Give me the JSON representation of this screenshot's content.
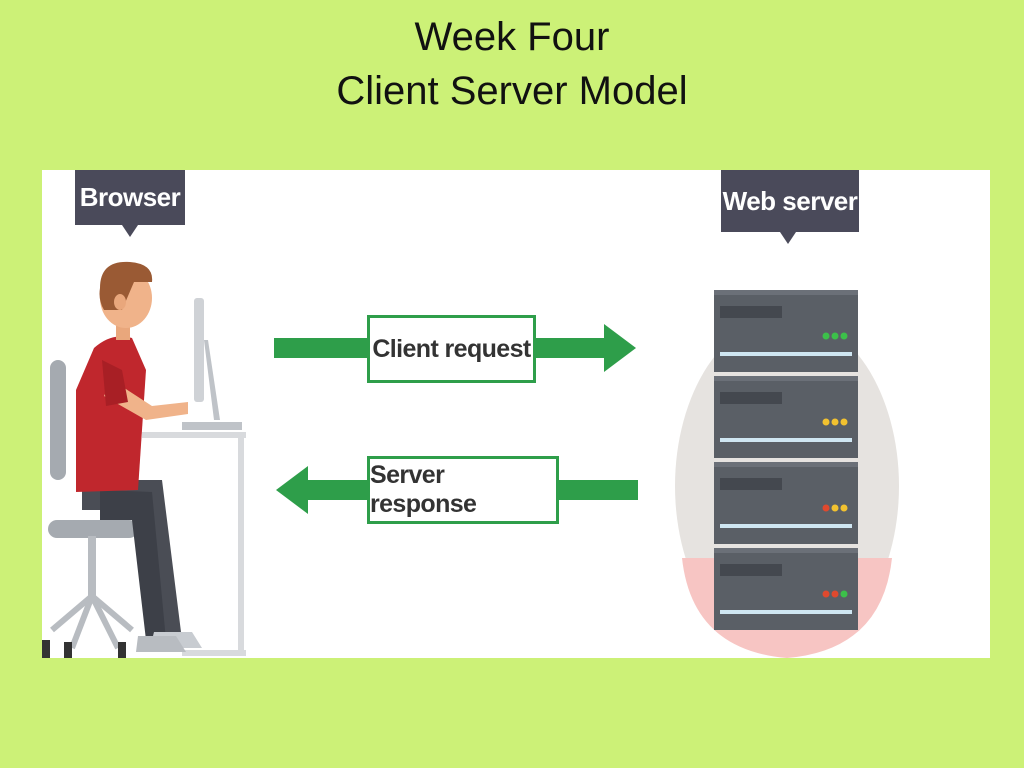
{
  "slide": {
    "title_line1": "Week Four",
    "title_line2": "Client Server Model"
  },
  "diagram": {
    "client_label": "Browser",
    "server_label": "Web server",
    "request_label": "Client request",
    "response_label": "Server response",
    "colors": {
      "background": "#ccf177",
      "callout": "#4a4a5a",
      "arrow": "#2e9e4a",
      "shirt": "#c0272d",
      "server_rack": "#5a5f66"
    },
    "server_units": [
      {
        "leds": [
          "#3cc04a",
          "#3cc04a",
          "#3cc04a"
        ]
      },
      {
        "leds": [
          "#f2c230",
          "#f2c230",
          "#f2c230"
        ]
      },
      {
        "leds": [
          "#e0492e",
          "#f2c230",
          "#f2c230"
        ]
      },
      {
        "leds": [
          "#e0492e",
          "#e0492e",
          "#3cc04a"
        ]
      }
    ]
  }
}
